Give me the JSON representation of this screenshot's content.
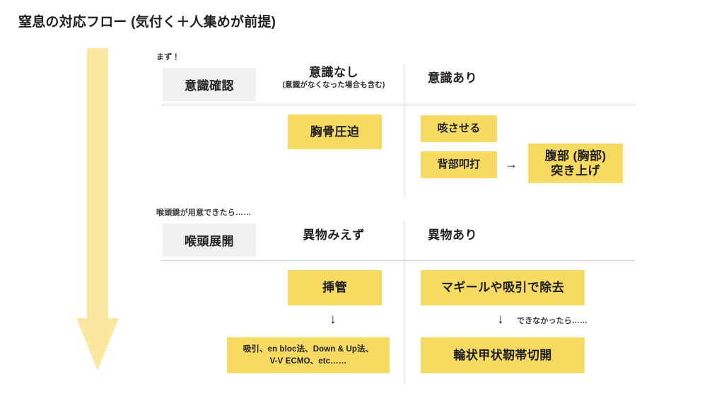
{
  "slide": {
    "title": "窒息の対応フロー (気付く＋人集めが前提)",
    "background_color": "#ffffff",
    "accent_color": "#f7da62",
    "arrow_color": "#fbe8a0",
    "header_cell_color": "#f1f1f1",
    "rule_color": "#cfcfcf"
  },
  "flow_arrow": {
    "name": "downward-progress-arrow",
    "direction": "down"
  },
  "sections": [
    {
      "caption": "まず！",
      "header_cell": "意識確認",
      "columns": [
        {
          "head_main": "意識なし",
          "head_sub": "(意識がなくなった場合も含む)",
          "align": "center"
        },
        {
          "head_main": "意識あり",
          "head_sub": "",
          "align": "left"
        }
      ],
      "boxes": {
        "chest_compression": "胸骨圧迫",
        "cough": "咳させる",
        "back_blows": "背部叩打",
        "abdominal_thrust": "腹部 (胸部)\n突き上げ"
      },
      "connectors": {
        "right_arrow": "→"
      }
    },
    {
      "caption": "喉頭鏡が用意できたら……",
      "header_cell": "喉頭展開",
      "columns": [
        {
          "head_main": "異物みえず",
          "head_sub": "",
          "align": "center"
        },
        {
          "head_main": "異物あり",
          "head_sub": "",
          "align": "left"
        }
      ],
      "boxes": {
        "intubation": "挿管",
        "techniques": "吸引、en bloc法、Down & Up法、\nV-V ECMO、etc……",
        "magill_removal": "マギールや吸引で除去",
        "cricothyrotomy": "輪状甲状靭帯切開"
      },
      "connectors": {
        "down_arrow_left": "↓",
        "down_arrow_right": "↓",
        "right_note": "できなかったら……"
      }
    }
  ]
}
